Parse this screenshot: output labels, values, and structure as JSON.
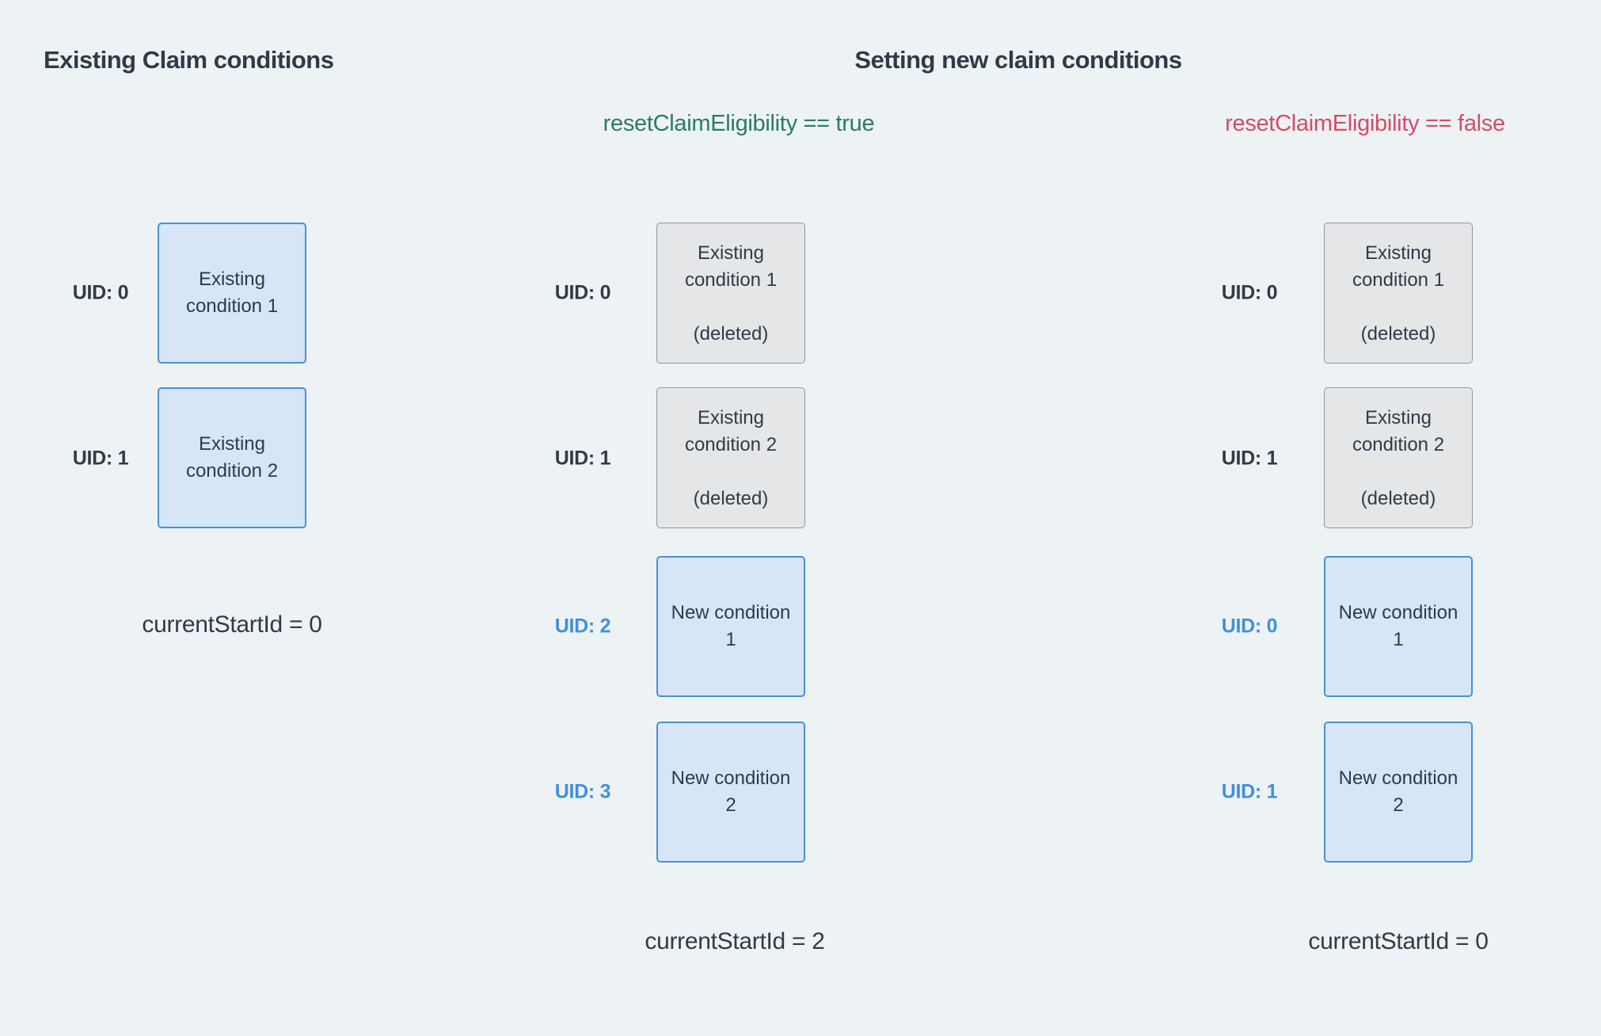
{
  "titles": {
    "left": "Existing Claim conditions",
    "right": "Setting new claim conditions"
  },
  "subheaders": {
    "true_case": "resetClaimEligibility == true",
    "false_case": "resetClaimEligibility == false"
  },
  "colors": {
    "background": "#edf2f5",
    "text_dark": "#2f3b47",
    "box_blue_fill": "#d6e6f7",
    "box_blue_border": "#4a90d9",
    "box_gray_fill": "#e4e6e8",
    "box_gray_border": "#8f979e",
    "accent_green": "#2c7a68",
    "accent_red": "#d54c66",
    "uid_blue": "#4090d9"
  },
  "columns": {
    "existing": {
      "boxes": [
        {
          "uid": "UID: 0",
          "line1": "Existing",
          "line2": "condition 1"
        },
        {
          "uid": "UID: 1",
          "line1": "Existing",
          "line2": "condition 2"
        }
      ],
      "footer": "currentStartId = 0"
    },
    "reset_true": {
      "boxes": [
        {
          "uid": "UID: 0",
          "line1": "Existing",
          "line2": "condition 1",
          "deleted": "(deleted)"
        },
        {
          "uid": "UID: 1",
          "line1": "Existing",
          "line2": "condition 2",
          "deleted": "(deleted)"
        },
        {
          "uid": "UID: 2",
          "line1": "New condition",
          "line2": "1"
        },
        {
          "uid": "UID: 3",
          "line1": "New condition",
          "line2": "2"
        }
      ],
      "footer": "currentStartId = 2"
    },
    "reset_false": {
      "boxes": [
        {
          "uid": "UID: 0",
          "line1": "Existing",
          "line2": "condition 1",
          "deleted": "(deleted)"
        },
        {
          "uid": "UID: 1",
          "line1": "Existing",
          "line2": "condition 2",
          "deleted": "(deleted)"
        },
        {
          "uid": "UID: 0",
          "line1": "New condition",
          "line2": "1"
        },
        {
          "uid": "UID: 1",
          "line1": "New condition",
          "line2": "2"
        }
      ],
      "footer": "currentStartId = 0"
    }
  }
}
